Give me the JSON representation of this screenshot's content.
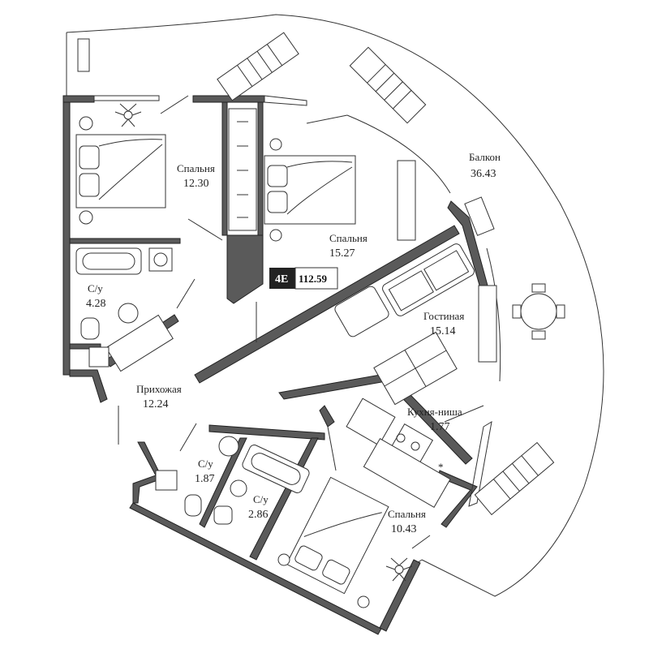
{
  "apartment": {
    "type_code": "4E",
    "total_area": "112.59"
  },
  "rooms": [
    {
      "id": "bedroom-1",
      "name": "Спальня",
      "area": "12.30"
    },
    {
      "id": "bedroom-2",
      "name": "Спальня",
      "area": "15.27"
    },
    {
      "id": "balcony",
      "name": "Балкон",
      "area": "36.43"
    },
    {
      "id": "bathroom-1",
      "name": "С/у",
      "area": "4.28"
    },
    {
      "id": "living-room",
      "name": "Гостиная",
      "area": "15.14"
    },
    {
      "id": "hallway",
      "name": "Прихожая",
      "area": "12.24"
    },
    {
      "id": "kitchen-niche",
      "name": "Кухня-ниша",
      "area": "1.77"
    },
    {
      "id": "bathroom-2",
      "name": "С/у",
      "area": "1.87"
    },
    {
      "id": "bathroom-3",
      "name": "С/у",
      "area": "2.86"
    },
    {
      "id": "bedroom-3",
      "name": "Спальня",
      "area": "10.43"
    }
  ],
  "colors": {
    "wall": "#5a5a5a",
    "line": "#333333",
    "badge": "#222222",
    "background": "#ffffff"
  }
}
